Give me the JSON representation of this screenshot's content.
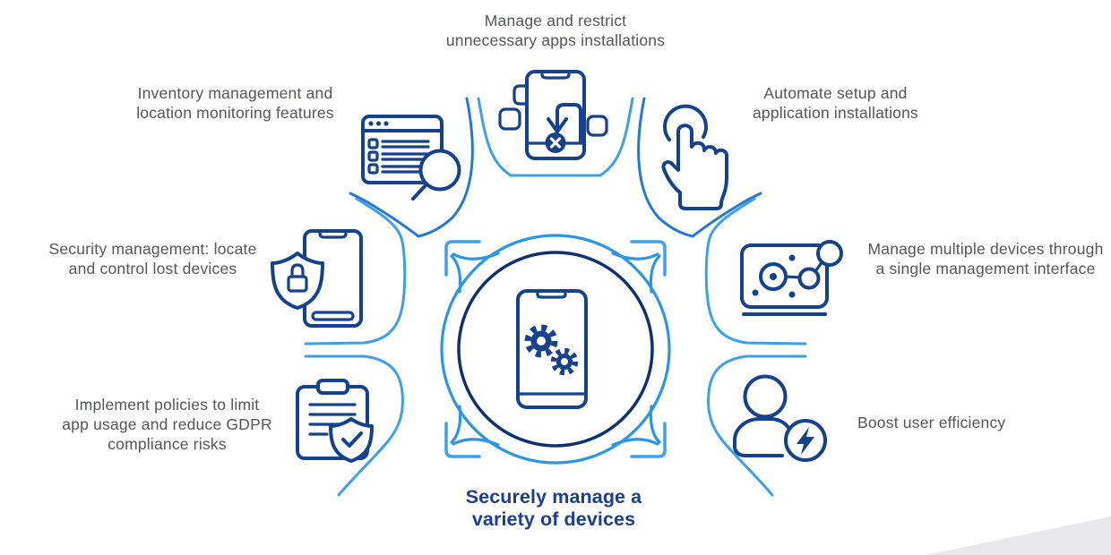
{
  "diagram": {
    "center": {
      "icon": "phone-gears-icon",
      "caption_line1": "Securely manage a",
      "caption_line2": "variety of devices"
    },
    "features": [
      {
        "id": "top",
        "icon": "restrict-apps-icon",
        "label_lines": [
          "Manage and restrict",
          "unnecessary apps installations"
        ]
      },
      {
        "id": "top-left",
        "icon": "inventory-search-icon",
        "label_lines": [
          "Inventory management and",
          "location monitoring features"
        ]
      },
      {
        "id": "left",
        "icon": "phone-lock-shield-icon",
        "label_lines": [
          "Security management: locate",
          "and control lost devices"
        ]
      },
      {
        "id": "bottom-left",
        "icon": "policy-clipboard-icon",
        "label_lines": [
          "Implement policies to limit",
          "app usage and reduce GDPR",
          "compliance risks"
        ]
      },
      {
        "id": "top-right",
        "icon": "tap-hand-icon",
        "label_lines": [
          "Automate setup and",
          "application installations"
        ]
      },
      {
        "id": "right",
        "icon": "management-console-icon",
        "label_lines": [
          "Manage multiple devices through",
          "a single management interface"
        ]
      },
      {
        "id": "bottom-right",
        "icon": "user-boost-icon",
        "label_lines": [
          "Boost user efficiency"
        ]
      }
    ],
    "colors": {
      "navy": "#16418c",
      "navy_dark": "#10306f",
      "caption_navy": "#1b3e94",
      "line_light": "#3ea0e8",
      "line_dark": "#2478d8",
      "ring_blue": "#2b96e4",
      "text_gray": "#54565a",
      "corner_gray": "#e8e8ea"
    }
  }
}
